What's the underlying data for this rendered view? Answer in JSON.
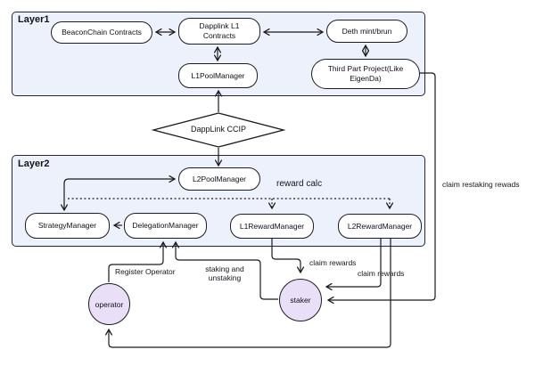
{
  "diagram": {
    "layer1": {
      "label": "Layer1",
      "nodes": {
        "beaconchain": "BeaconChain Contracts",
        "dapplink_l1": "Dapplink L1 Contracts",
        "deth": "Deth mint/brun",
        "l1pool": "L1PoolManager",
        "third_part": "Third Part Project(Like EigenDa)"
      }
    },
    "bridge": {
      "ccip": "DappLink CCIP"
    },
    "layer2": {
      "label": "Layer2",
      "nodes": {
        "l2pool": "L2PoolManager",
        "strategy": "StrategyManager",
        "delegation": "DelegationManager",
        "l1reward": "L1RewardManager",
        "l2reward": "L2RewardManager"
      }
    },
    "actors": {
      "operator": "operator",
      "staker": "staker"
    },
    "edge_labels": {
      "reward_calc": "reward calc",
      "claim_restaking": "claim restaking rewads",
      "claim_rewards_l1": "claim rewards",
      "claim_rewards_l2": "claim rewards",
      "register_operator": "Register Operator",
      "staking_unstaking": "staking and unstaking"
    },
    "colors": {
      "layer_fill": "#edf1fb",
      "node_fill": "#ffffff",
      "actor_fill": "#e9e0f7",
      "line": "#1a1a1a"
    }
  }
}
